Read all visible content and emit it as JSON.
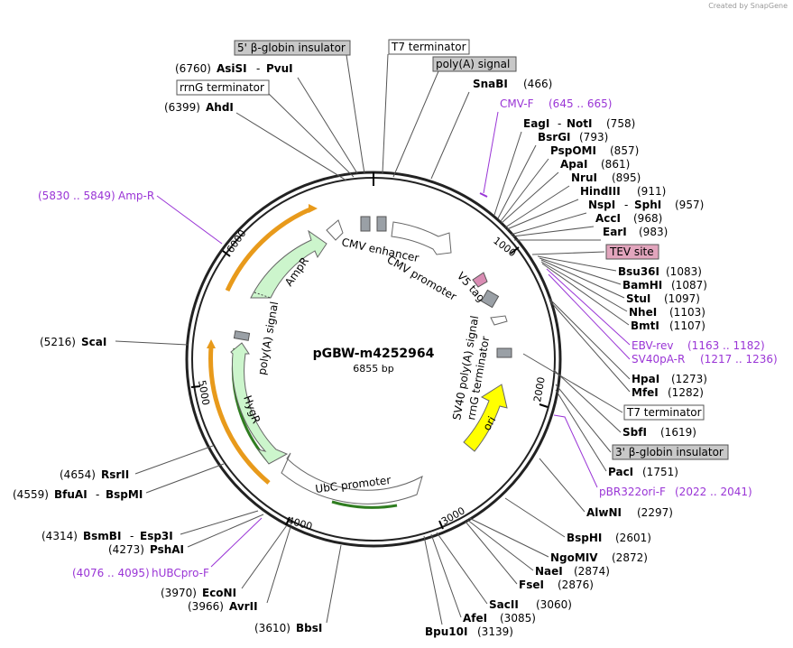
{
  "credit": "Created by SnapGene",
  "map": {
    "name": "pGBW-m4252964",
    "length": "6855 bp",
    "ticks": [
      "1000",
      "2000",
      "3000",
      "4000",
      "5000",
      "6000"
    ]
  },
  "features": [
    {
      "label": "CMV enhancer"
    },
    {
      "label": "CMV promoter"
    },
    {
      "label": "V5 tag"
    },
    {
      "label": "SV40 poly(A) signal"
    },
    {
      "label": "rrnG terminator"
    },
    {
      "label": "ori"
    },
    {
      "label": "UbC promoter"
    },
    {
      "label": "HygR"
    },
    {
      "label": "poly(A) signal"
    },
    {
      "label": "AmpR"
    }
  ],
  "site_labels": {
    "s_beta_ins5": "5' β-globin insulator",
    "s_t7_top": "T7 terminator",
    "s_polya": "poly(A) signal",
    "s_rrng_top": "rrnG terminator",
    "s_tev": "TEV site",
    "s_t7_right": "T7 terminator",
    "s_beta_ins3": "3' β-globin insulator",
    "s_asisi_pos": "(6760)",
    "s_asisi": "AsiSI",
    "s_dash1": "-",
    "s_pvui": "PvuI",
    "s_ahdi_pos": "(6399)",
    "s_ahdi": "AhdI",
    "s_snabi": "SnaBI",
    "s_snabi_pos": "(466)",
    "s_eagi": "EagI",
    "s_dash2": "-",
    "s_noti": "NotI",
    "s_noti_pos": "(758)",
    "s_bsrgi": "BsrGI",
    "s_bsrgi_pos": "(793)",
    "s_pspomi": "PspOMI",
    "s_pspomi_pos": "(857)",
    "s_apai": "ApaI",
    "s_apai_pos": "(861)",
    "s_drui": "NruI",
    "s_drui_pos": "(895)",
    "s_hindiii": "HindIII",
    "s_hindiii_pos": "(911)",
    "s_nspi": "NspI",
    "s_dash3": "-",
    "s_sphi": "SphI",
    "s_sphi_pos": "(957)",
    "s_acci": "AccI",
    "s_acci_pos": "(968)",
    "s_eari": "EarI",
    "s_eari_pos": "(983)",
    "s_bsu36i": "Bsu36I",
    "s_bsu36i_pos": "(1083)",
    "s_bamhi": "BamHI",
    "s_bamhi_pos": "(1087)",
    "s_stui": "StuI",
    "s_stui_pos": "(1097)",
    "s_nhei": "NheI",
    "s_nhei_pos": "(1103)",
    "s_bmti": "BmtI",
    "s_bmti_pos": "(1107)",
    "s_hpai": "HpaI",
    "s_hpai_pos": "(1273)",
    "s_mfei": "MfeI",
    "s_mfei_pos": "(1282)",
    "s_sbfi": "SbfI",
    "s_sbfi_pos": "(1619)",
    "s_paci": "PacI",
    "s_paci_pos": "(1751)",
    "s_alwni": "AlwNI",
    "s_alwni_pos": "(2297)",
    "s_bsphi": "BspHI",
    "s_bsphi_pos": "(2601)",
    "s_ngomiv": "NgoMIV",
    "s_ngomiv_pos": "(2872)",
    "s_naei": "NaeI",
    "s_naei_pos": "(2874)",
    "s_fsei": "FseI",
    "s_fsei_pos": "(2876)",
    "s_sacii": "SacII",
    "s_sacii_pos": "(3060)",
    "s_afei": "AfeI",
    "s_afei_pos": "(3085)",
    "s_bpu10i": "Bpu10I",
    "s_bpu10i_pos": "(3139)",
    "s_bbsi_pos": "(3610)",
    "s_bbsi": "BbsI",
    "s_avrii_pos": "(3966)",
    "s_avrii": "AvrII",
    "s_econi_pos": "(3970)",
    "s_econi": "EcoNI",
    "s_pshai_pos": "(4273)",
    "s_pshai": "PshAI",
    "s_bsmbi_pos": "(4314)",
    "s_bsmbi": "BsmBI",
    "s_dash4": "-",
    "s_esp3i": "Esp3I",
    "s_bfuai_pos": "(4559)",
    "s_bfuai": "BfuAI",
    "s_dash5": "-",
    "s_bspmi": "BspMI",
    "s_rsrii_pos": "(4654)",
    "s_rsrii": "RsrII",
    "s_scai_pos": "(5216)",
    "s_scai": "ScaI"
  },
  "primers": {
    "cmvf": "CMV-F",
    "cmvf_pos": "(645 .. 665)",
    "ampr": "Amp-R",
    "ampr_pos": "(5830 .. 5849)",
    "ebvrev": "EBV-rev",
    "ebvrev_pos": "(1163 .. 1182)",
    "sv40pa": "SV40pA-R",
    "sv40pa_pos": "(1217 .. 1236)",
    "pbr": "pBR322ori-F",
    "pbr_pos": "(2022 .. 2041)",
    "hubc": "hUBCpro-F",
    "hubc_pos": "(4076 .. 4095)"
  },
  "colors": {
    "backbone": "#222222",
    "primer": "#9a35d6",
    "resistance": "#ccf5cc",
    "ori": "#ffff00",
    "orf_arc": "#e89a1b",
    "misc_box": "#9aa0a6",
    "v5": "#d98cb3"
  }
}
